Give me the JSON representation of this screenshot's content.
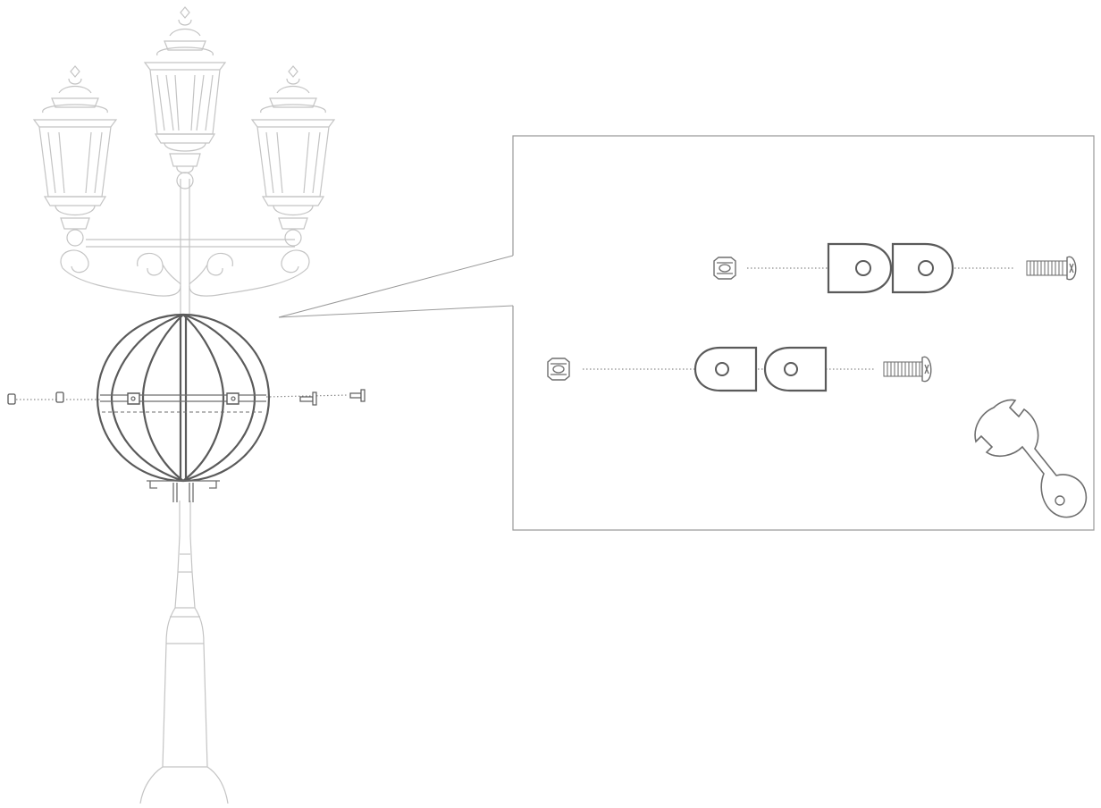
{
  "figure": {
    "kind": "assembly-instruction-illustration",
    "colors": {
      "background": "#ffffff",
      "outline_faint": "#c4c4c4",
      "outline_dark": "#5a5a5a",
      "callout_border": "#9a9a9a",
      "guide_line": "#8a8a8a"
    },
    "parts": [
      {
        "name": "lamp-post-with-three-lanterns",
        "icon": "lamp-post"
      },
      {
        "name": "spherical-lantern-frame",
        "icon": "globe-frame"
      },
      {
        "name": "hex-nut",
        "icon": "hex-nut-icon",
        "quantity_shown": 2
      },
      {
        "name": "mounting-bracket-tab",
        "icon": "bracket-tab-icon",
        "quantity_shown": 4
      },
      {
        "name": "phillips-screw",
        "icon": "screw-icon",
        "quantity_shown": 2
      },
      {
        "name": "wrench",
        "icon": "wrench-icon",
        "quantity_shown": 1
      }
    ]
  }
}
